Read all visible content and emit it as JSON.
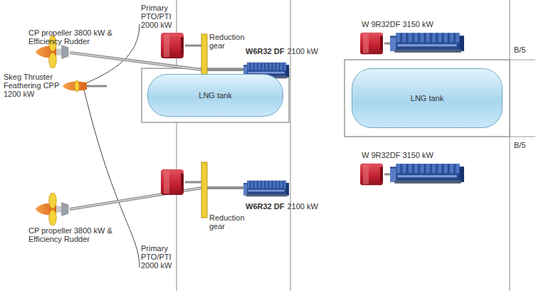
{
  "diagram": {
    "nodes": [
      {
        "text": [
          "LNG tank"
        ]
      },
      {
        "text": [
          "LNG tank"
        ]
      }
    ],
    "labels": [
      "CP propeller 3800 kW & Efficiency Rudder",
      "Skeg Thruster Feathering CPP 1200 kW",
      "CP propeller 3800 kW & Efficiency Rudder",
      "Primary PTO/PTI 2000 kW",
      "Reduction gear",
      "W6R32 DF",
      "2100 kW",
      "W 9R32DF 3150 kW",
      "B/5",
      "B/5",
      "Reduction gear",
      "W6R32 DF",
      "2100 kW",
      "Primary PTO/PTI 2000 kW",
      "W 9R32DF 3150 kW"
    ]
  }
}
